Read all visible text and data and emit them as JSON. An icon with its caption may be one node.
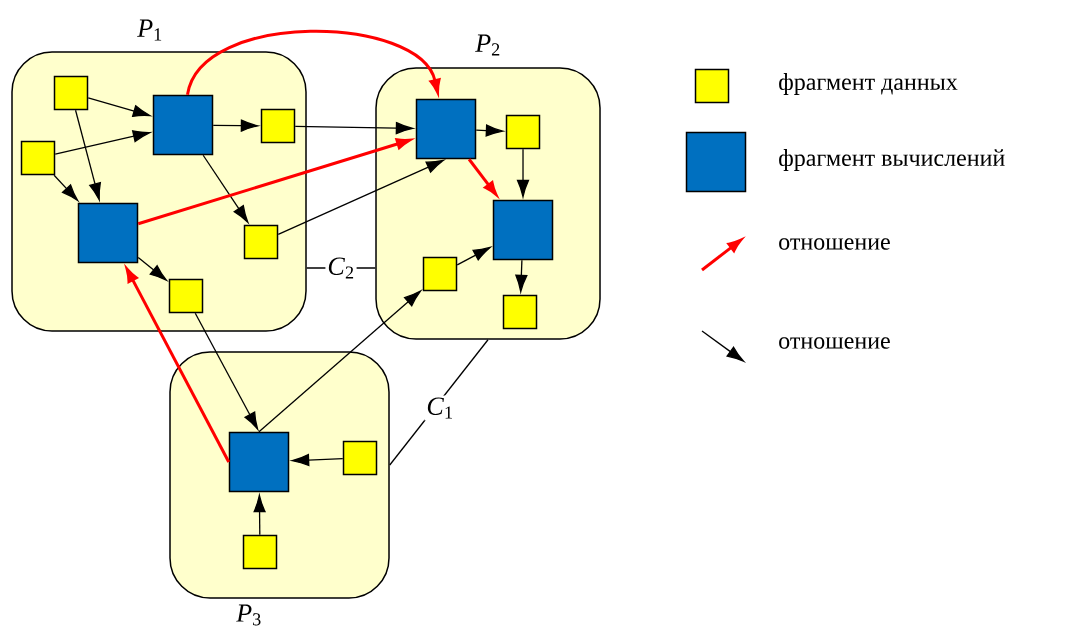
{
  "diagram": {
    "nodes": [
      {
        "text": [
          "*P*$_{1}$"
        ]
      },
      {
        "text": [
          "*P*$_{2}$"
        ]
      },
      {
        "text": [
          "*P*$_{3}$"
        ]
      },
      {
        "text": [],
        "shape": "box",
        "in": 0
      },
      {
        "text": [],
        "shape": "box",
        "in": 0
      },
      {
        "text": [],
        "shape": "box",
        "in": 0
      },
      {
        "text": [],
        "shape": "box",
        "in": 0
      },
      {
        "text": [],
        "shape": "box",
        "in": 0
      },
      {
        "text": [],
        "shape": "box",
        "in": 0
      },
      {
        "text": [],
        "shape": "box",
        "in": 0
      },
      {
        "text": [],
        "shape": "box",
        "in": 1
      },
      {
        "text": [],
        "shape": "box",
        "in": 1
      },
      {
        "text": [],
        "shape": "box",
        "in": 1
      },
      {
        "text": [],
        "shape": "box",
        "in": 1
      },
      {
        "text": [],
        "shape": "box",
        "in": 1
      },
      {
        "text": [],
        "shape": "box",
        "in": 2
      },
      {
        "text": [],
        "shape": "box",
        "in": 2
      },
      {
        "text": [],
        "shape": "box",
        "in": 2
      }
    ],
    "edges": [
      {
        "from": 3,
        "to": 5,
        "arrow": "to"
      },
      {
        "from": 4,
        "to": 5,
        "arrow": "to"
      },
      {
        "from": 3,
        "to": 7,
        "arrow": "to"
      },
      {
        "from": 4,
        "to": 7,
        "arrow": "to"
      },
      {
        "from": 5,
        "to": 6,
        "arrow": "to"
      },
      {
        "from": 5,
        "to": 8,
        "arrow": "to"
      },
      {
        "from": 7,
        "to": 9,
        "arrow": "to"
      },
      {
        "from": 6,
        "to": 10,
        "arrow": "to"
      },
      {
        "from": 8,
        "to": 10,
        "arrow": "to"
      },
      {
        "from": 5,
        "to": 10,
        "arrow": "to",
        "style": "thick",
        "color": "#ff0000"
      },
      {
        "from": 7,
        "to": 10,
        "arrow": "to",
        "style": "thick",
        "color": "#ff0000"
      },
      {
        "from": 10,
        "to": 11,
        "arrow": "to"
      },
      {
        "from": 11,
        "to": 12,
        "arrow": "to"
      },
      {
        "from": 10,
        "to": 12,
        "arrow": "to",
        "style": "thick",
        "color": "#ff0000"
      },
      {
        "from": 12,
        "to": 14,
        "arrow": "to"
      },
      {
        "from": 13,
        "to": 12,
        "arrow": "to"
      },
      {
        "from": 9,
        "to": 15,
        "arrow": "to"
      },
      {
        "from": 15,
        "to": 13,
        "arrow": "to"
      },
      {
        "from": 16,
        "to": 15,
        "arrow": "to"
      },
      {
        "from": 17,
        "to": 15,
        "arrow": "to"
      },
      {
        "from": 15,
        "to": 7,
        "arrow": "to",
        "style": "thick",
        "color": "#ff0000"
      },
      {
        "from": 0,
        "to": 1,
        "arrow": "none",
        "label": "*C*$_{2}$"
      },
      {
        "from": 1,
        "to": 2,
        "arrow": "none",
        "label": "*C*$_{1}$"
      }
    ],
    "legend": [
      {
        "text": "фрагмент данных",
        "color": "#ffff00"
      },
      {
        "text": "фрагмент вычислений",
        "color": "#0070c0"
      },
      {
        "text": "отношение"
      },
      {
        "text": "отношение"
      }
    ]
  }
}
